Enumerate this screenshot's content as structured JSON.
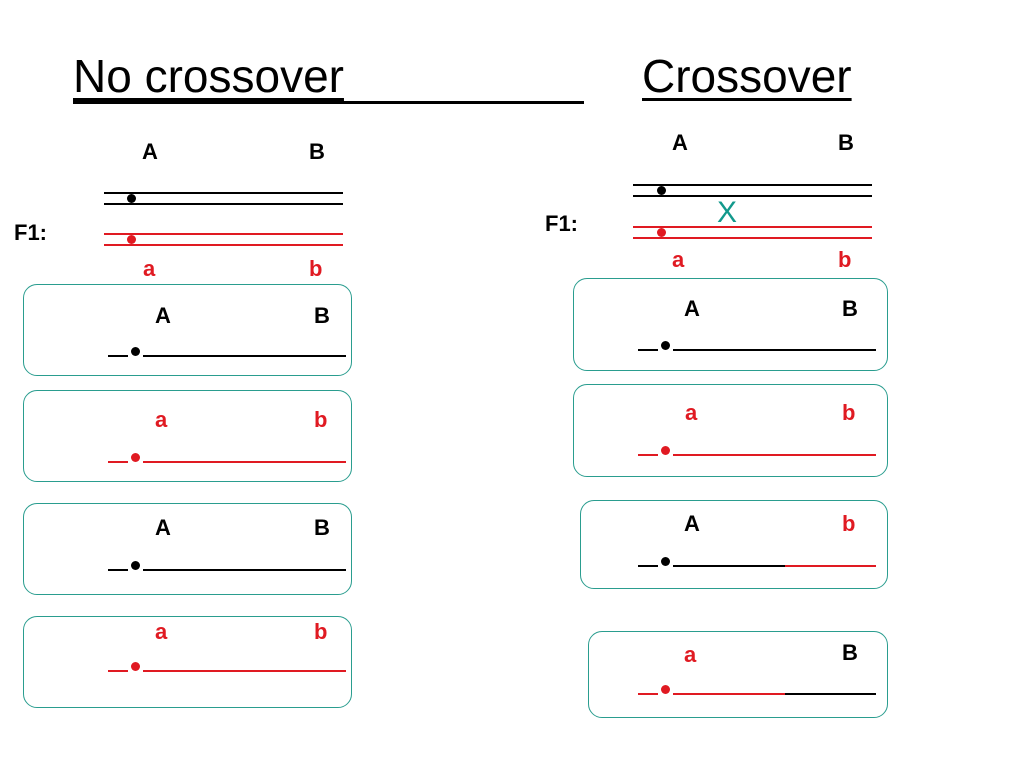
{
  "titles": {
    "no_crossover": "No crossover",
    "crossover": "Crossover"
  },
  "colors": {
    "dominant": "#000000",
    "recessive": "#e01a22",
    "box_border": "#2a9d8f",
    "crossover_mark": "#12998c"
  },
  "left": {
    "f1_label": "F1:",
    "top_chrom": {
      "gene1": "A",
      "gene2": "B"
    },
    "bottom_chrom": {
      "gene1": "a",
      "gene2": "b"
    },
    "gametes": [
      {
        "gene1": "A",
        "gene2": "B"
      },
      {
        "gene1": "a",
        "gene2": "b"
      },
      {
        "gene1": "A",
        "gene2": "B"
      },
      {
        "gene1": "a",
        "gene2": "b"
      }
    ]
  },
  "right": {
    "f1_label": "F1:",
    "crossover_symbol": "X",
    "top_chrom": {
      "gene1": "A",
      "gene2": "B"
    },
    "bottom_chrom": {
      "gene1": "a",
      "gene2": "b"
    },
    "gametes": [
      {
        "gene1": "A",
        "gene2": "B"
      },
      {
        "gene1": "a",
        "gene2": "b"
      },
      {
        "gene1": "A",
        "gene2": "b"
      },
      {
        "gene1": "a",
        "gene2": "B"
      }
    ]
  }
}
